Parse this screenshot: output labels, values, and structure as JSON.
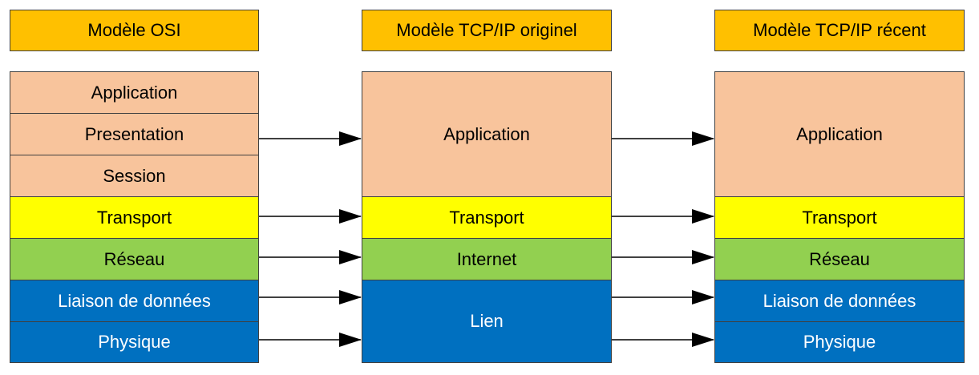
{
  "colors": {
    "header": "#FFC000",
    "application": "#F8C49C",
    "transport": "#FFFF00",
    "network": "#92D050",
    "link": "#0070C0",
    "arrow": "#000000"
  },
  "columns": [
    {
      "header": "Modèle OSI",
      "layers": [
        {
          "label": "Application",
          "color": "application",
          "span": 1
        },
        {
          "label": "Presentation",
          "color": "application",
          "span": 1
        },
        {
          "label": "Session",
          "color": "application",
          "span": 1
        },
        {
          "label": "Transport",
          "color": "transport",
          "span": 1
        },
        {
          "label": "Réseau",
          "color": "network",
          "span": 1
        },
        {
          "label": "Liaison de données",
          "color": "link",
          "span": 1
        },
        {
          "label": "Physique",
          "color": "link",
          "span": 1
        }
      ]
    },
    {
      "header": "Modèle TCP/IP originel",
      "layers": [
        {
          "label": "Application",
          "color": "application",
          "span": 3
        },
        {
          "label": "Transport",
          "color": "transport",
          "span": 1
        },
        {
          "label": "Internet",
          "color": "network",
          "span": 1
        },
        {
          "label": "Lien",
          "color": "link",
          "span": 2
        }
      ]
    },
    {
      "header": "Modèle TCP/IP récent",
      "layers": [
        {
          "label": "Application",
          "color": "application",
          "span": 3
        },
        {
          "label": "Transport",
          "color": "transport",
          "span": 1
        },
        {
          "label": "Réseau",
          "color": "network",
          "span": 1
        },
        {
          "label": "Liaison de données",
          "color": "link",
          "span": 1
        },
        {
          "label": "Physique",
          "color": "link",
          "span": 1
        }
      ]
    }
  ],
  "arrow_rows": [
    1,
    3,
    4,
    5,
    6
  ]
}
